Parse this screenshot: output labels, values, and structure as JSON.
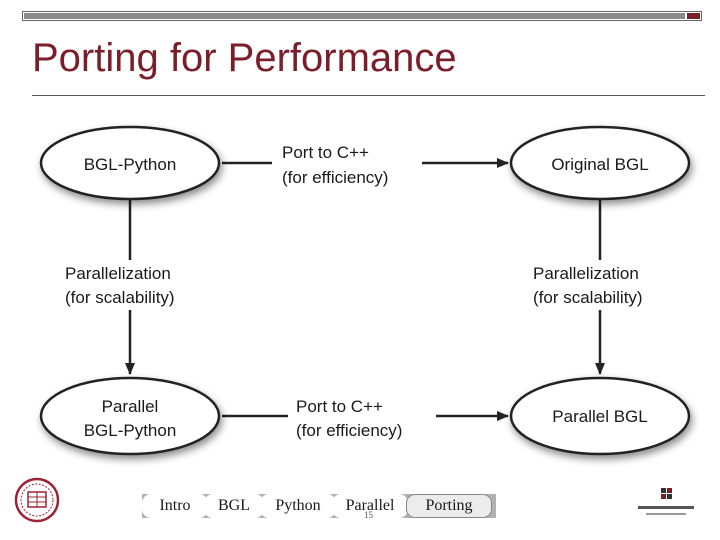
{
  "slide": {
    "title": "Porting for Performance",
    "page_number": "15"
  },
  "diagram": {
    "nodes": {
      "bgl_python": "BGL-Python",
      "original_bgl": "Original BGL",
      "parallel_bgl_python_line1": "Parallel",
      "parallel_bgl_python_line2": "BGL-Python",
      "parallel_bgl": "Parallel BGL"
    },
    "edges": {
      "top_line1": "Port to C++",
      "top_line2": "(for efficiency)",
      "left_line1": "Parallelization",
      "left_line2": "(for scalability)",
      "right_line1": "Parallelization",
      "right_line2": "(for scalability)",
      "bottom_line1": "Port to C++",
      "bottom_line2": "(for efficiency)"
    }
  },
  "nav": {
    "items": [
      "Intro",
      "BGL",
      "Python",
      "Parallel",
      "Porting"
    ],
    "active": "Porting"
  },
  "colors": {
    "accent": "#7a1e2a",
    "node_fill": "#ffffff",
    "node_stroke": "#222222"
  },
  "icons": [
    "university-seal-icon",
    "company-logo-icon"
  ]
}
